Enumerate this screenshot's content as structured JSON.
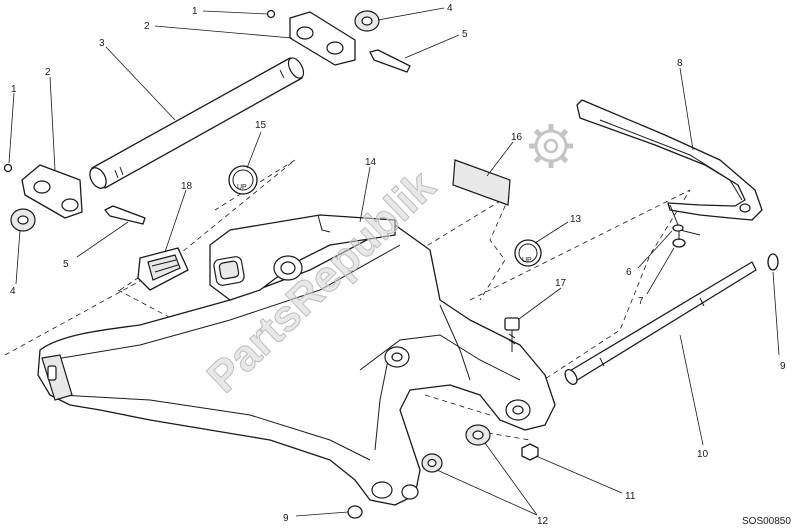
{
  "diagram": {
    "callouts": [
      {
        "id": "c1a",
        "label": "1"
      },
      {
        "id": "c2a",
        "label": "2"
      },
      {
        "id": "c3",
        "label": "3"
      },
      {
        "id": "c4a",
        "label": "4"
      },
      {
        "id": "c5a",
        "label": "5"
      },
      {
        "id": "c1b",
        "label": "1"
      },
      {
        "id": "c2b",
        "label": "2"
      },
      {
        "id": "c4b",
        "label": "4"
      },
      {
        "id": "c5b",
        "label": "5"
      },
      {
        "id": "c6",
        "label": "6"
      },
      {
        "id": "c7",
        "label": "7"
      },
      {
        "id": "c8",
        "label": "8"
      },
      {
        "id": "c9a",
        "label": "9"
      },
      {
        "id": "c9b",
        "label": "9"
      },
      {
        "id": "c10",
        "label": "10"
      },
      {
        "id": "c11",
        "label": "11"
      },
      {
        "id": "c12",
        "label": "12"
      },
      {
        "id": "c13",
        "label": "13"
      },
      {
        "id": "c14",
        "label": "14"
      },
      {
        "id": "c15",
        "label": "15"
      },
      {
        "id": "c16",
        "label": "16"
      },
      {
        "id": "c17",
        "label": "17"
      },
      {
        "id": "c18",
        "label": "18"
      }
    ],
    "plug_text": "UP",
    "watermark": "PartsRepublik",
    "drawing_code": "SOS00850"
  }
}
